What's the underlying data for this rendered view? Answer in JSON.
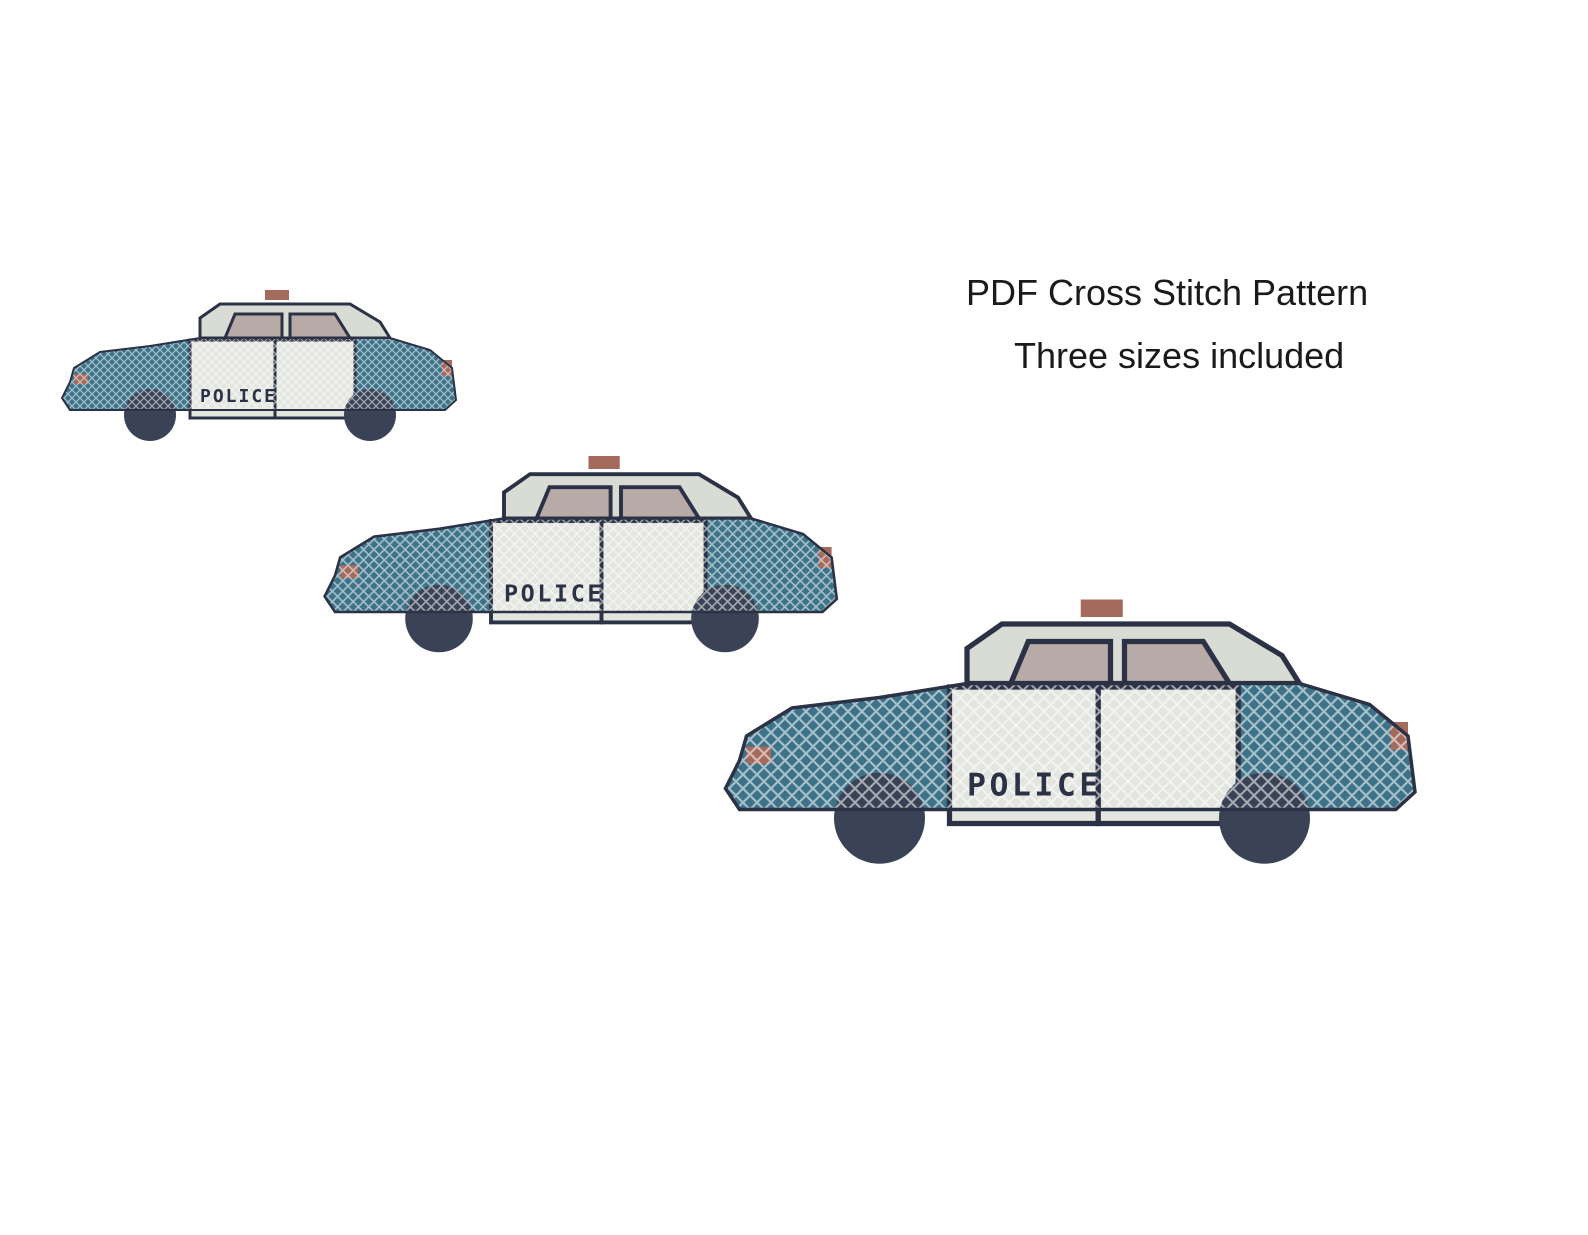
{
  "caption": {
    "line1": "PDF Cross Stitch Pattern",
    "line2": "Three sizes included"
  },
  "cars": [
    {
      "size": "small",
      "label": "POLICE"
    },
    {
      "size": "medium",
      "label": "POLICE"
    },
    {
      "size": "large",
      "label": "POLICE"
    }
  ],
  "colors": {
    "body": "#3d7389",
    "body_light": "#4f8aa2",
    "outline": "#2c3246",
    "door": "#e3e5df",
    "window": "#b8aaa6",
    "light": "#a46a5c",
    "tire": "#3a4255",
    "roof": "#d9dcd5"
  }
}
